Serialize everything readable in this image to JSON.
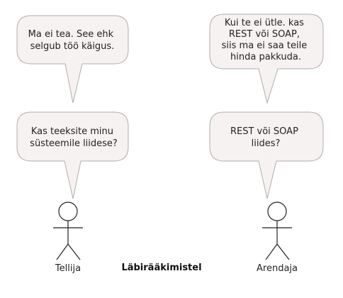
{
  "actors": {
    "left": {
      "name": "Tellija"
    },
    "right": {
      "name": "Arendaja"
    }
  },
  "caption": "Läbirääkimistel",
  "bubbles": {
    "left_top": [
      "Ma ei tea. See ehk",
      "selgub töö käigus."
    ],
    "left_bottom": [
      "Kas teeksite minu",
      "süsteemile liidese?"
    ],
    "right_top": [
      "Kui te ei ütle. kas",
      "REST või SOAP,",
      "siis ma ei saa teile",
      "hinda pakkuda."
    ],
    "right_bottom": [
      "REST või SOAP",
      "liides?"
    ]
  }
}
